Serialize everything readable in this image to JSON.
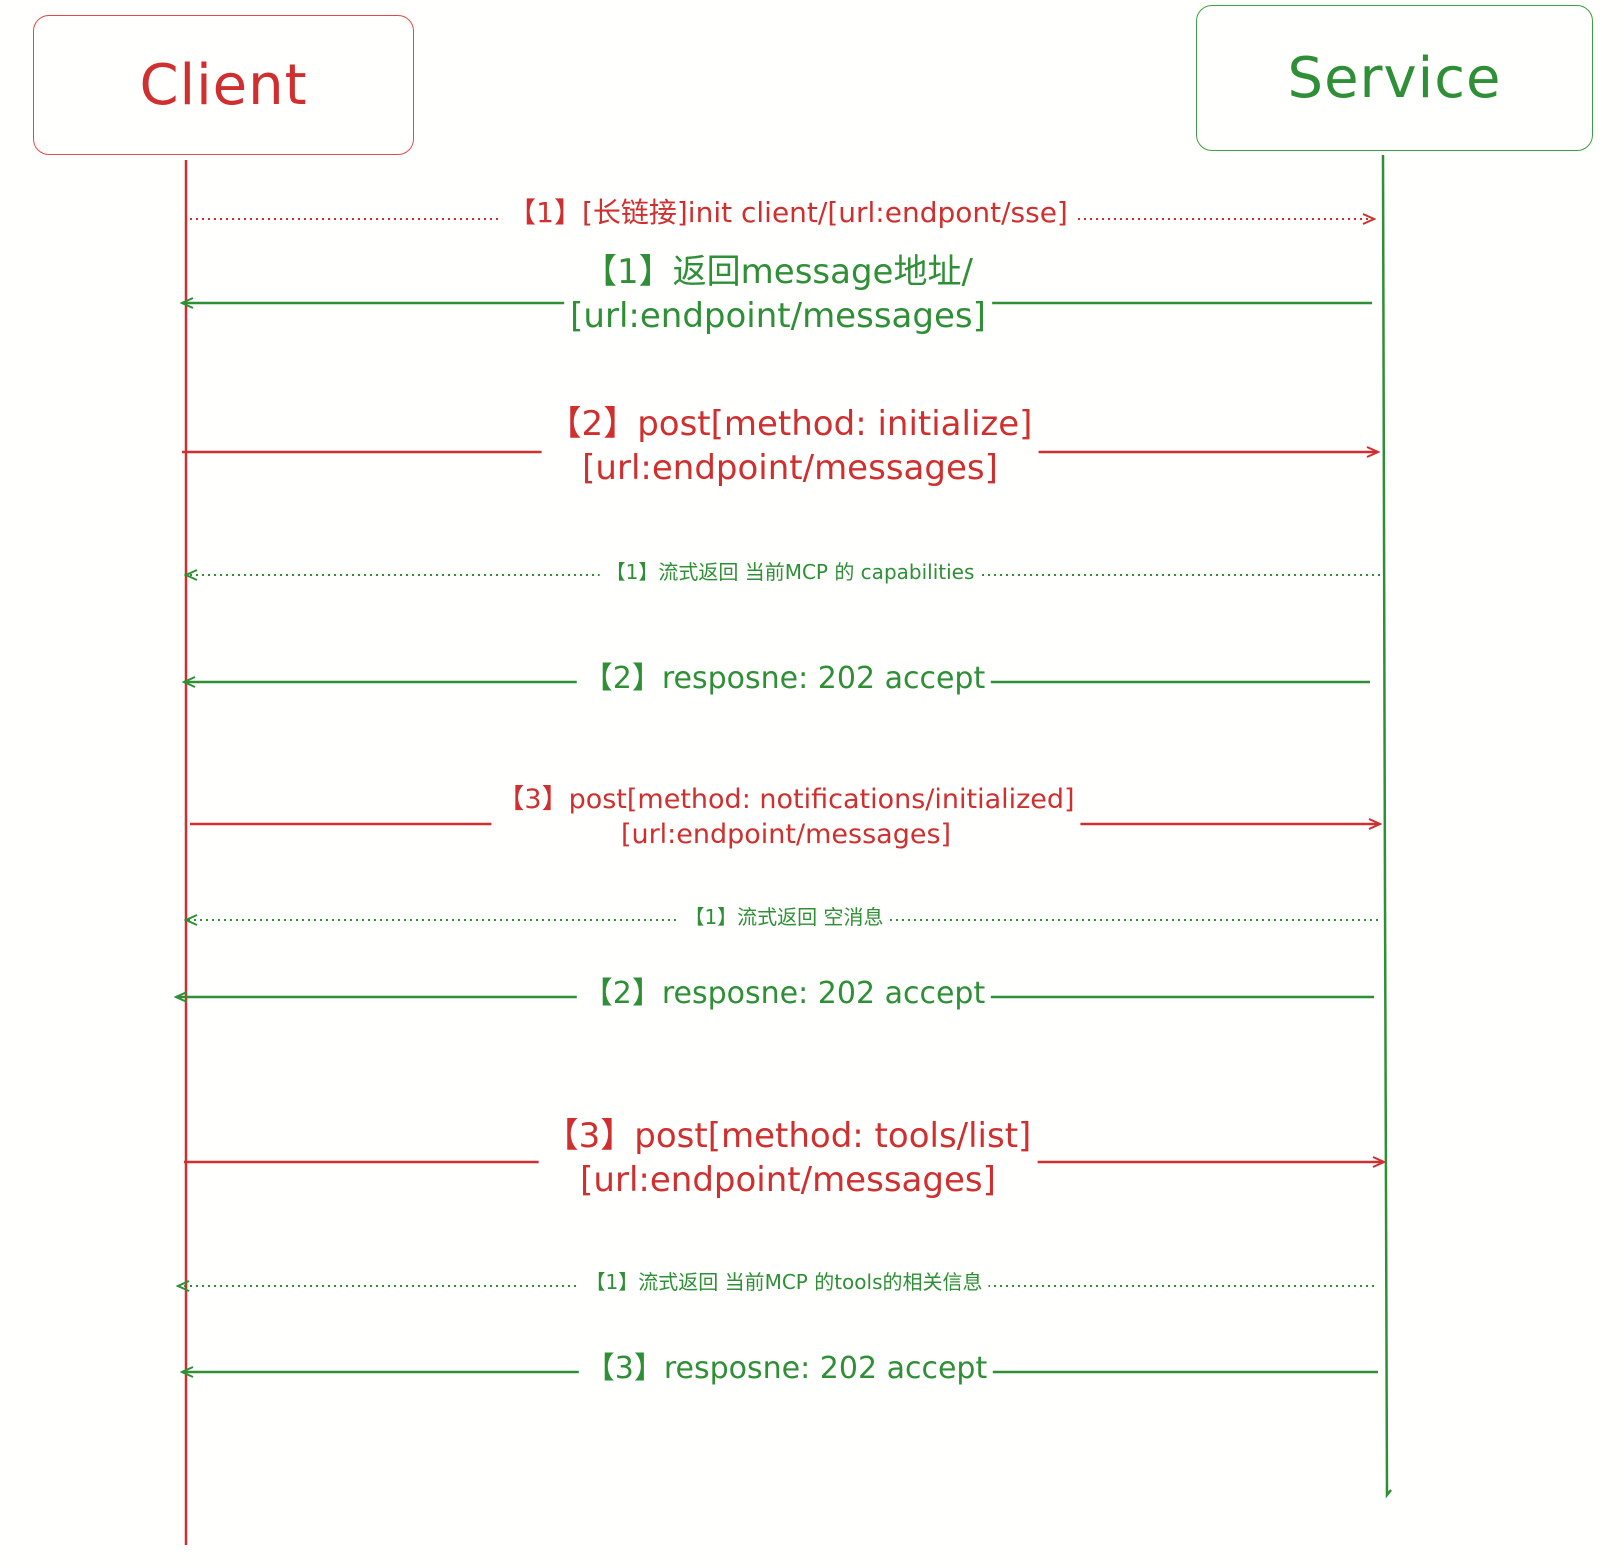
{
  "actors": {
    "client": "Client",
    "service": "Service"
  },
  "colors": {
    "client": "#d02f2f",
    "service": "#2f8f37",
    "background": "#fffffd"
  },
  "messages": [
    {
      "id": "m1",
      "from": "client",
      "to": "service",
      "style": "dotted",
      "lines": [
        "【1】[长链接]init client/[url:endpont/sse]"
      ]
    },
    {
      "id": "m2",
      "from": "service",
      "to": "client",
      "style": "solid",
      "lines": [
        "【1】返回message地址/",
        "[url:endpoint/messages]"
      ]
    },
    {
      "id": "m3",
      "from": "client",
      "to": "service",
      "style": "solid",
      "lines": [
        "【2】post[method: initialize]",
        "[url:endpoint/messages]"
      ]
    },
    {
      "id": "m4",
      "from": "service",
      "to": "client",
      "style": "dotted",
      "lines": [
        "【1】流式返回 当前MCP 的 capabilities"
      ]
    },
    {
      "id": "m5",
      "from": "service",
      "to": "client",
      "style": "solid",
      "lines": [
        "【2】resposne: 202 accept"
      ]
    },
    {
      "id": "m6",
      "from": "client",
      "to": "service",
      "style": "solid",
      "lines": [
        "【3】post[method: notifications/initialized]",
        "[url:endpoint/messages]"
      ]
    },
    {
      "id": "m7",
      "from": "service",
      "to": "client",
      "style": "dotted",
      "lines": [
        "【1】流式返回 空消息"
      ]
    },
    {
      "id": "m8",
      "from": "service",
      "to": "client",
      "style": "solid",
      "lines": [
        "【2】resposne: 202 accept"
      ]
    },
    {
      "id": "m9",
      "from": "client",
      "to": "service",
      "style": "solid",
      "lines": [
        "【3】post[method: tools/list]",
        "[url:endpoint/messages]"
      ]
    },
    {
      "id": "m10",
      "from": "service",
      "to": "client",
      "style": "dotted",
      "lines": [
        "【1】流式返回 当前MCP 的tools的相关信息"
      ]
    },
    {
      "id": "m11",
      "from": "service",
      "to": "client",
      "style": "solid",
      "lines": [
        "【3】resposne: 202 accept"
      ]
    }
  ]
}
